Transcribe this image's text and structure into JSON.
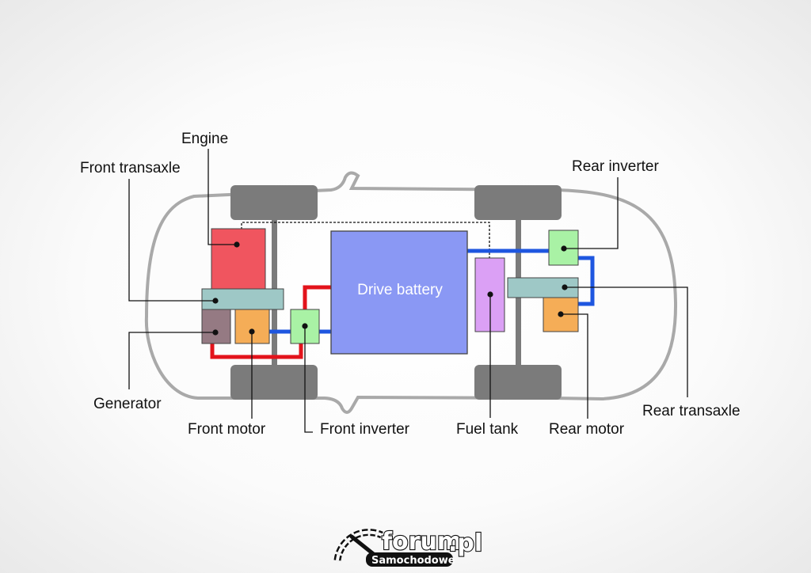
{
  "diagram": {
    "labels": {
      "engine": "Engine",
      "front_transaxle": "Front transaxle",
      "generator": "Generator",
      "front_motor": "Front motor",
      "front_inverter": "Front inverter",
      "drive_battery": "Drive battery",
      "fuel_tank": "Fuel tank",
      "rear_motor": "Rear motor",
      "rear_transaxle": "Rear transaxle",
      "rear_inverter": "Rear inverter"
    },
    "colors": {
      "car_outline": "#a9a9a9",
      "wheel": "#7b7b7b",
      "engine": "#f0555f",
      "transaxle": "#9ec8c6",
      "generator": "#957a83",
      "motor": "#f5ad57",
      "inverter": "#a9f2a5",
      "battery": "#8a98f4",
      "fuel_tank": "#dba0f5",
      "hv_red": "#e3131b",
      "hv_blue": "#1e56e0"
    }
  },
  "watermark": {
    "logo_name": "forum",
    "logo_suffix": ".pl",
    "logo_sub": "Samochodowe"
  }
}
